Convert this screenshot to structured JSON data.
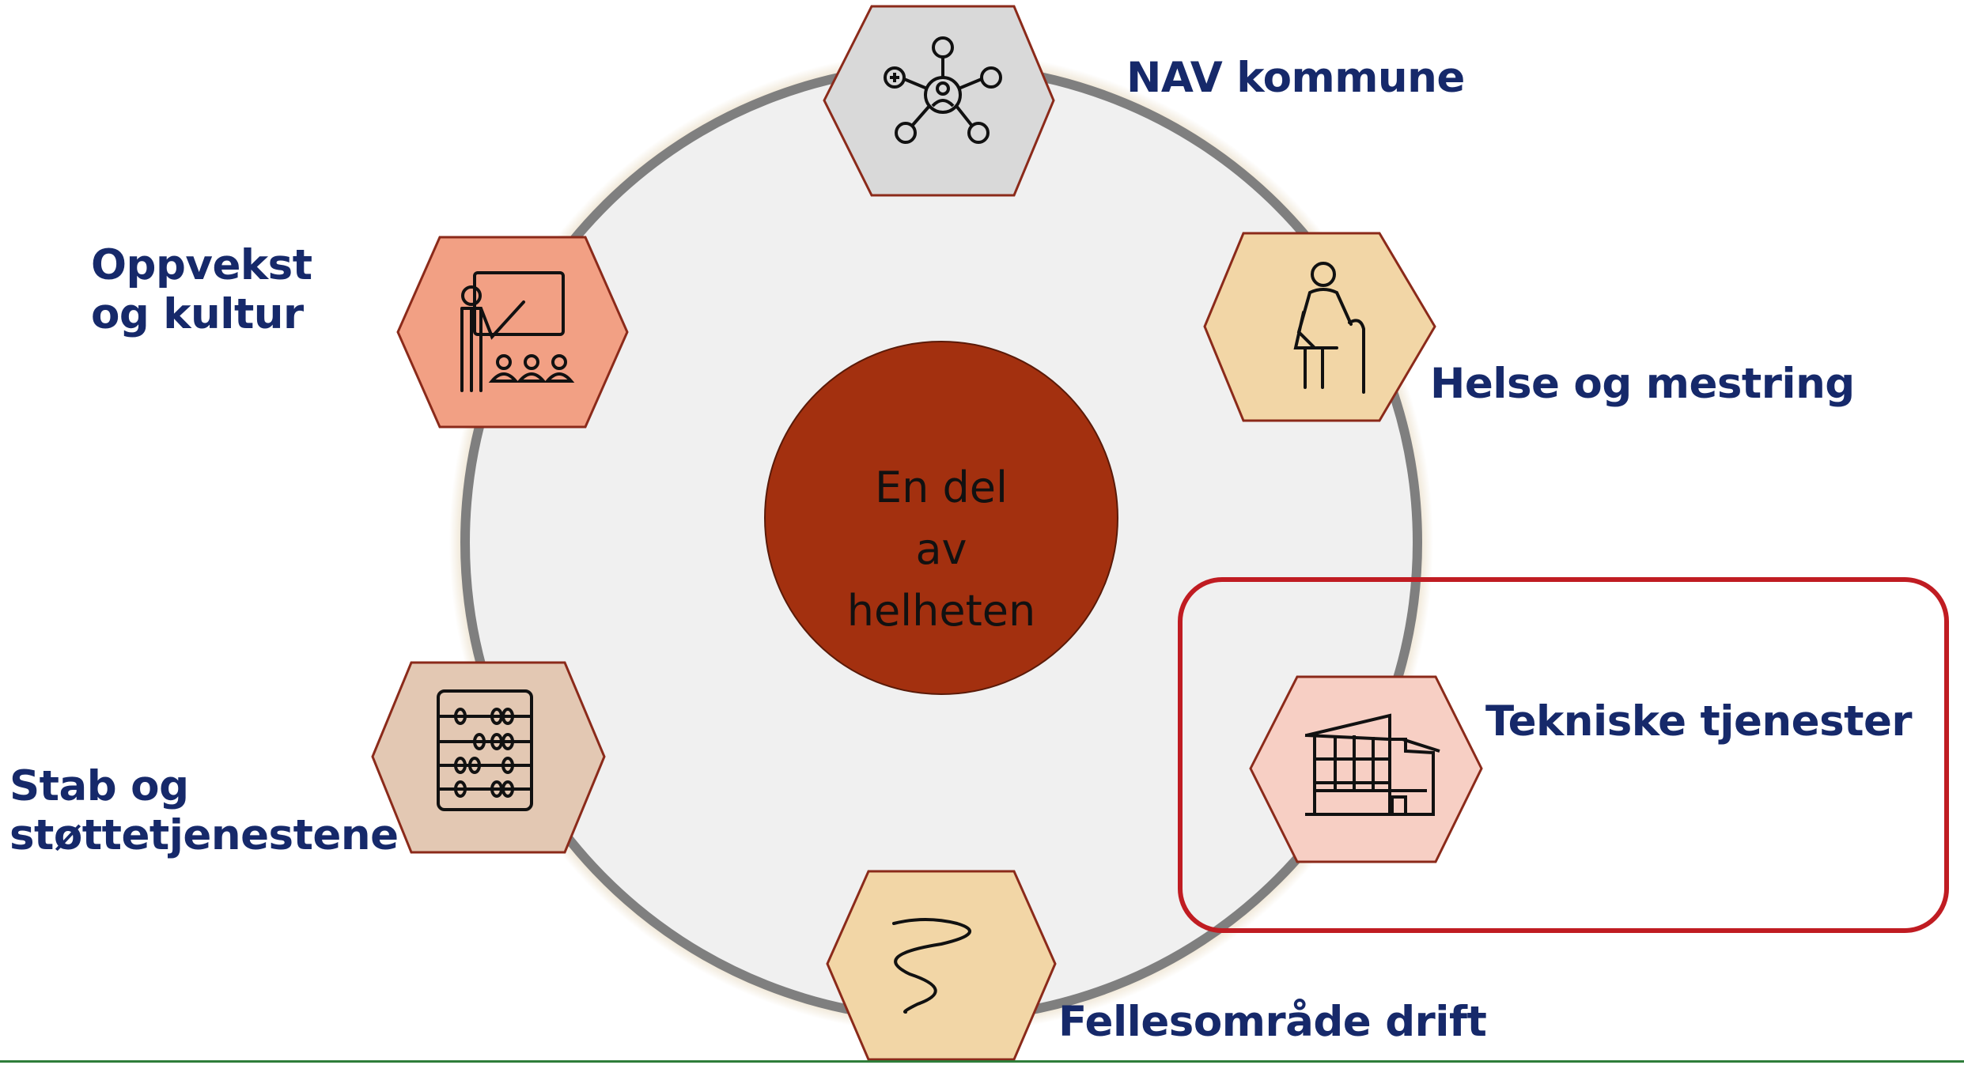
{
  "center": {
    "lines": [
      "En del av",
      "helheten"
    ]
  },
  "nodes": [
    {
      "id": "nav",
      "label_lines": [
        "NAV kommune"
      ],
      "icon": "network-people-icon",
      "fill": "#d9d9d9"
    },
    {
      "id": "helse",
      "label_lines": [
        "Helse og mestring"
      ],
      "icon": "elderly-person-cane-icon",
      "fill": "#f2d6a6"
    },
    {
      "id": "teknisk",
      "label_lines": [
        "Tekniske tjenester"
      ],
      "icon": "building-icon",
      "fill": "#f7cfc4",
      "highlighted": true
    },
    {
      "id": "felles",
      "label_lines": [
        "Fellesområde drift"
      ],
      "icon": "squiggle-path-icon",
      "fill": "#f2d6a6"
    },
    {
      "id": "stab",
      "label_lines": [
        "Stab og",
        "støttetjenestene"
      ],
      "icon": "abacus-icon",
      "fill": "#e3c8b3"
    },
    {
      "id": "oppvekst",
      "label_lines": [
        "Oppvekst",
        "og kultur"
      ],
      "icon": "teacher-classroom-icon",
      "fill": "#f2a084"
    }
  ],
  "colors": {
    "label_text": "#16296a",
    "center_fill": "#a3300f",
    "ring_stroke": "#7f7f7f",
    "ring_fill": "#f0f0f0",
    "hex_stroke": "#8b2a1a",
    "highlight_box": "#c01c22"
  }
}
